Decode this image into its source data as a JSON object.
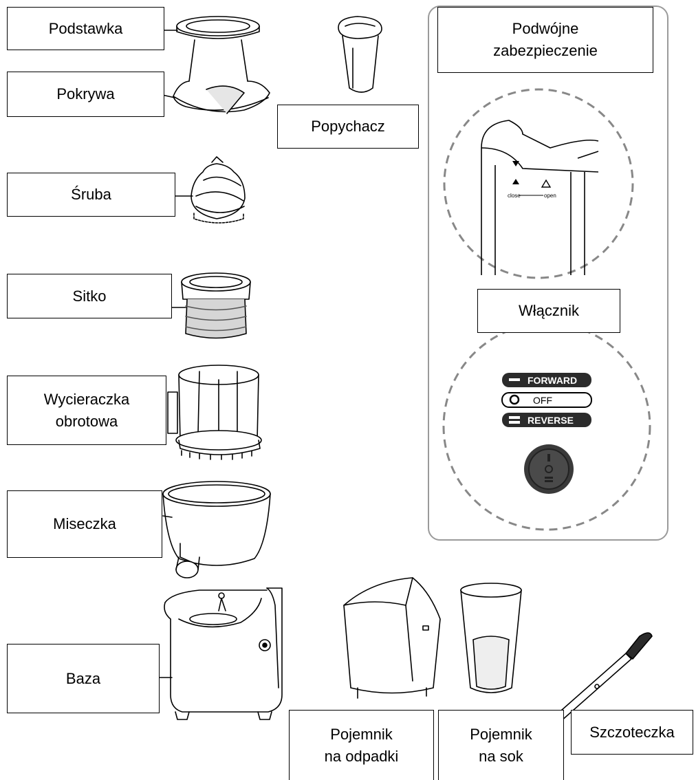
{
  "labels": {
    "podstawka": "Podstawka",
    "pokrywa": "Pokrywa",
    "popychacz": "Popychacz",
    "podwojne_line1": "Podwójne",
    "podwojne_line2": "zabezpieczenie",
    "sruba": "Śruba",
    "sitko": "Sitko",
    "wlacznik": "Włącznik",
    "wycieraczka_line1": "Wycieraczka",
    "wycieraczka_line2": "obrotowa",
    "miseczka": "Miseczka",
    "baza": "Baza",
    "pojemnik_odpadki_line1": "Pojemnik",
    "pojemnik_odpadki_line2": "na odpadki",
    "pojemnik_sok_line1": "Pojemnik",
    "pojemnik_sok_line2": "na sok",
    "szczoteczka": "Szczoteczka"
  },
  "switch_legend": {
    "forward": "FORWARD",
    "off": "OFF",
    "reverse": "REVERSE"
  },
  "lock_marks": {
    "close": "close",
    "open": "open"
  },
  "colors": {
    "line": "#000000",
    "panel_border": "#9a9a9a",
    "dashed": "#888888",
    "shade": "#d6d6d6",
    "switch_body": "#3a3a3a"
  }
}
